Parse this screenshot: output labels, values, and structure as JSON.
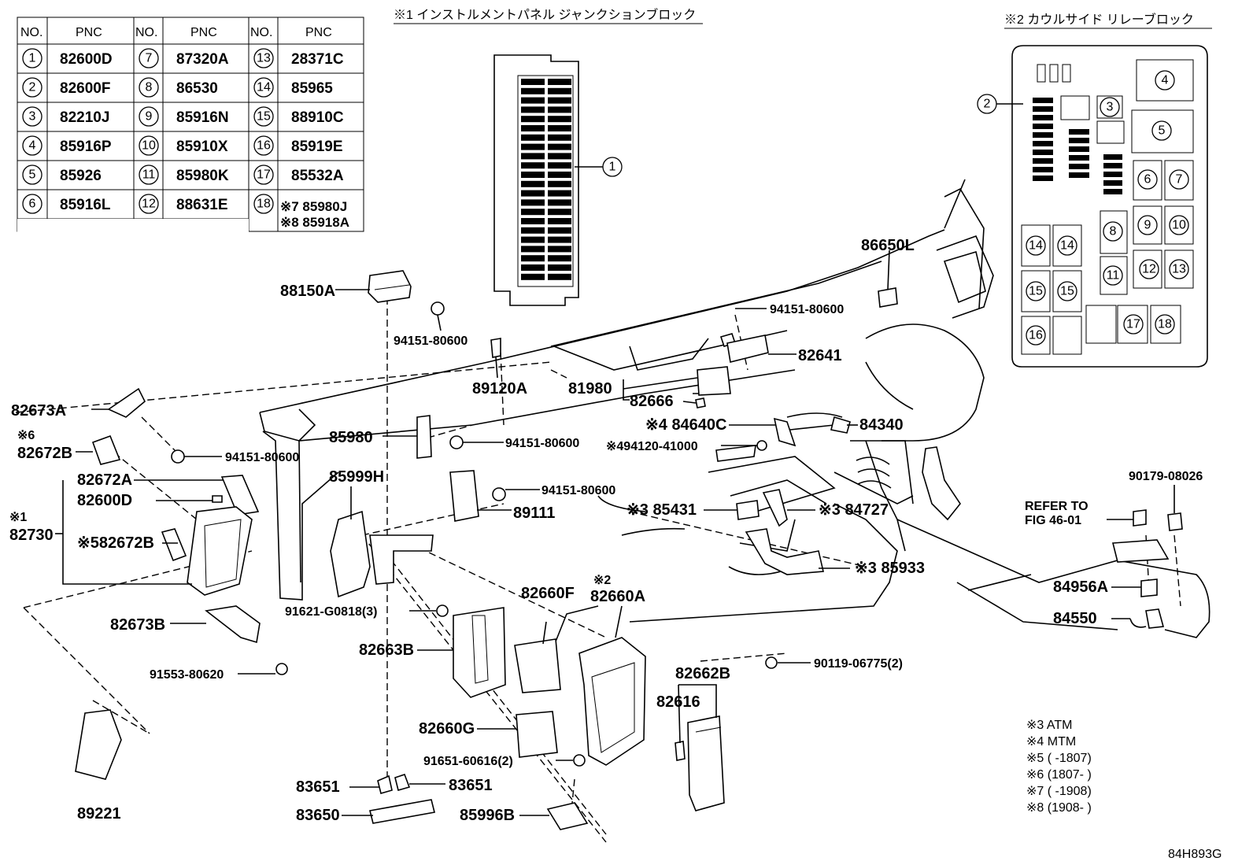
{
  "parts_table": {
    "headers": [
      "NO.",
      "PNC",
      "NO.",
      "PNC",
      "NO.",
      "PNC"
    ],
    "rows": [
      [
        "1",
        "82600D",
        "7",
        "87320A",
        "13",
        "28371C"
      ],
      [
        "2",
        "82600F",
        "8",
        "86530",
        "14",
        "85965"
      ],
      [
        "3",
        "82210J",
        "9",
        "85916N",
        "15",
        "88910C"
      ],
      [
        "4",
        "85916P",
        "10",
        "85910X",
        "16",
        "85919E"
      ],
      [
        "5",
        "85926",
        "11",
        "85980K",
        "17",
        "85532A"
      ],
      [
        "6",
        "85916L",
        "12",
        "88631E",
        "18",
        ""
      ]
    ],
    "row18_notes": [
      "※7 85980J",
      "※8 85918A"
    ]
  },
  "titles": {
    "junction_block": "※1 インストルメントパネル ジャンクションブロック",
    "relay_block": "※2 カウルサイド リレーブロック"
  },
  "callouts": [
    {
      "id": "c88150A",
      "text": "88150A"
    },
    {
      "id": "c94151a",
      "text": "94151-80600"
    },
    {
      "id": "c89120A",
      "text": "89120A"
    },
    {
      "id": "c82673A",
      "text": "82673A"
    },
    {
      "id": "c6",
      "text": "※6"
    },
    {
      "id": "c82672B",
      "text": "82672B"
    },
    {
      "id": "c94151b",
      "text": "94151-80600"
    },
    {
      "id": "c82672A",
      "text": "82672A"
    },
    {
      "id": "c82600D",
      "text": "82600D"
    },
    {
      "id": "c1",
      "text": "※1"
    },
    {
      "id": "c82730",
      "text": "82730"
    },
    {
      "id": "c82672B5",
      "text": "※582672B"
    },
    {
      "id": "c82673B",
      "text": "82673B"
    },
    {
      "id": "c91553",
      "text": "91553-80620"
    },
    {
      "id": "c89221",
      "text": "89221"
    },
    {
      "id": "c85980",
      "text": "85980"
    },
    {
      "id": "c85999H",
      "text": "85999H"
    },
    {
      "id": "c94151c",
      "text": "94151-80600"
    },
    {
      "id": "c94151d",
      "text": "94151-80600"
    },
    {
      "id": "c89111",
      "text": "89111"
    },
    {
      "id": "c91621",
      "text": "91621-G0818(3)"
    },
    {
      "id": "c82663B",
      "text": "82663B"
    },
    {
      "id": "c82660F",
      "text": "82660F"
    },
    {
      "id": "c82660G",
      "text": "82660G"
    },
    {
      "id": "c2",
      "text": "※2"
    },
    {
      "id": "c82660A",
      "text": "82660A"
    },
    {
      "id": "c91651",
      "text": "91651-60616(2)"
    },
    {
      "id": "c83651a",
      "text": "83651"
    },
    {
      "id": "c83651b",
      "text": "83651"
    },
    {
      "id": "c83650",
      "text": "83650"
    },
    {
      "id": "c85996B",
      "text": "85996B"
    },
    {
      "id": "c82662B",
      "text": "82662B"
    },
    {
      "id": "c82616",
      "text": "82616"
    },
    {
      "id": "c90119",
      "text": "90119-06775(2)"
    },
    {
      "id": "c86650L",
      "text": "86650L"
    },
    {
      "id": "c94151e",
      "text": "94151-80600"
    },
    {
      "id": "c82641",
      "text": "82641"
    },
    {
      "id": "c81980",
      "text": "81980"
    },
    {
      "id": "c82666",
      "text": "82666"
    },
    {
      "id": "c84640C",
      "text": "※4 84640C"
    },
    {
      "id": "c84340",
      "text": "84340"
    },
    {
      "id": "c94120",
      "text": "※494120-41000"
    },
    {
      "id": "c85431",
      "text": "※3 85431"
    },
    {
      "id": "c84727",
      "text": "※3 84727"
    },
    {
      "id": "c85933",
      "text": "※3 85933"
    },
    {
      "id": "c90179",
      "text": "90179-08026"
    },
    {
      "id": "cRefer1",
      "text": "REFER TO"
    },
    {
      "id": "cRefer2",
      "text": "FIG 46-01"
    },
    {
      "id": "c84956A",
      "text": "84956A"
    },
    {
      "id": "c84550",
      "text": "84550"
    }
  ],
  "notes": [
    "※3 ATM",
    "※4 MTM",
    "※5 (      -1807)",
    "※6 (1807-      )",
    "※7 (      -1908)",
    "※8 (1908-      )"
  ],
  "figure_code": "84H893G",
  "relay_block_numbers": [
    "2",
    "3",
    "4",
    "5",
    "6",
    "7",
    "8",
    "9",
    "10",
    "11",
    "12",
    "13",
    "14",
    "14",
    "15",
    "15",
    "16",
    "17",
    "18"
  ],
  "junction_block_number": "1"
}
